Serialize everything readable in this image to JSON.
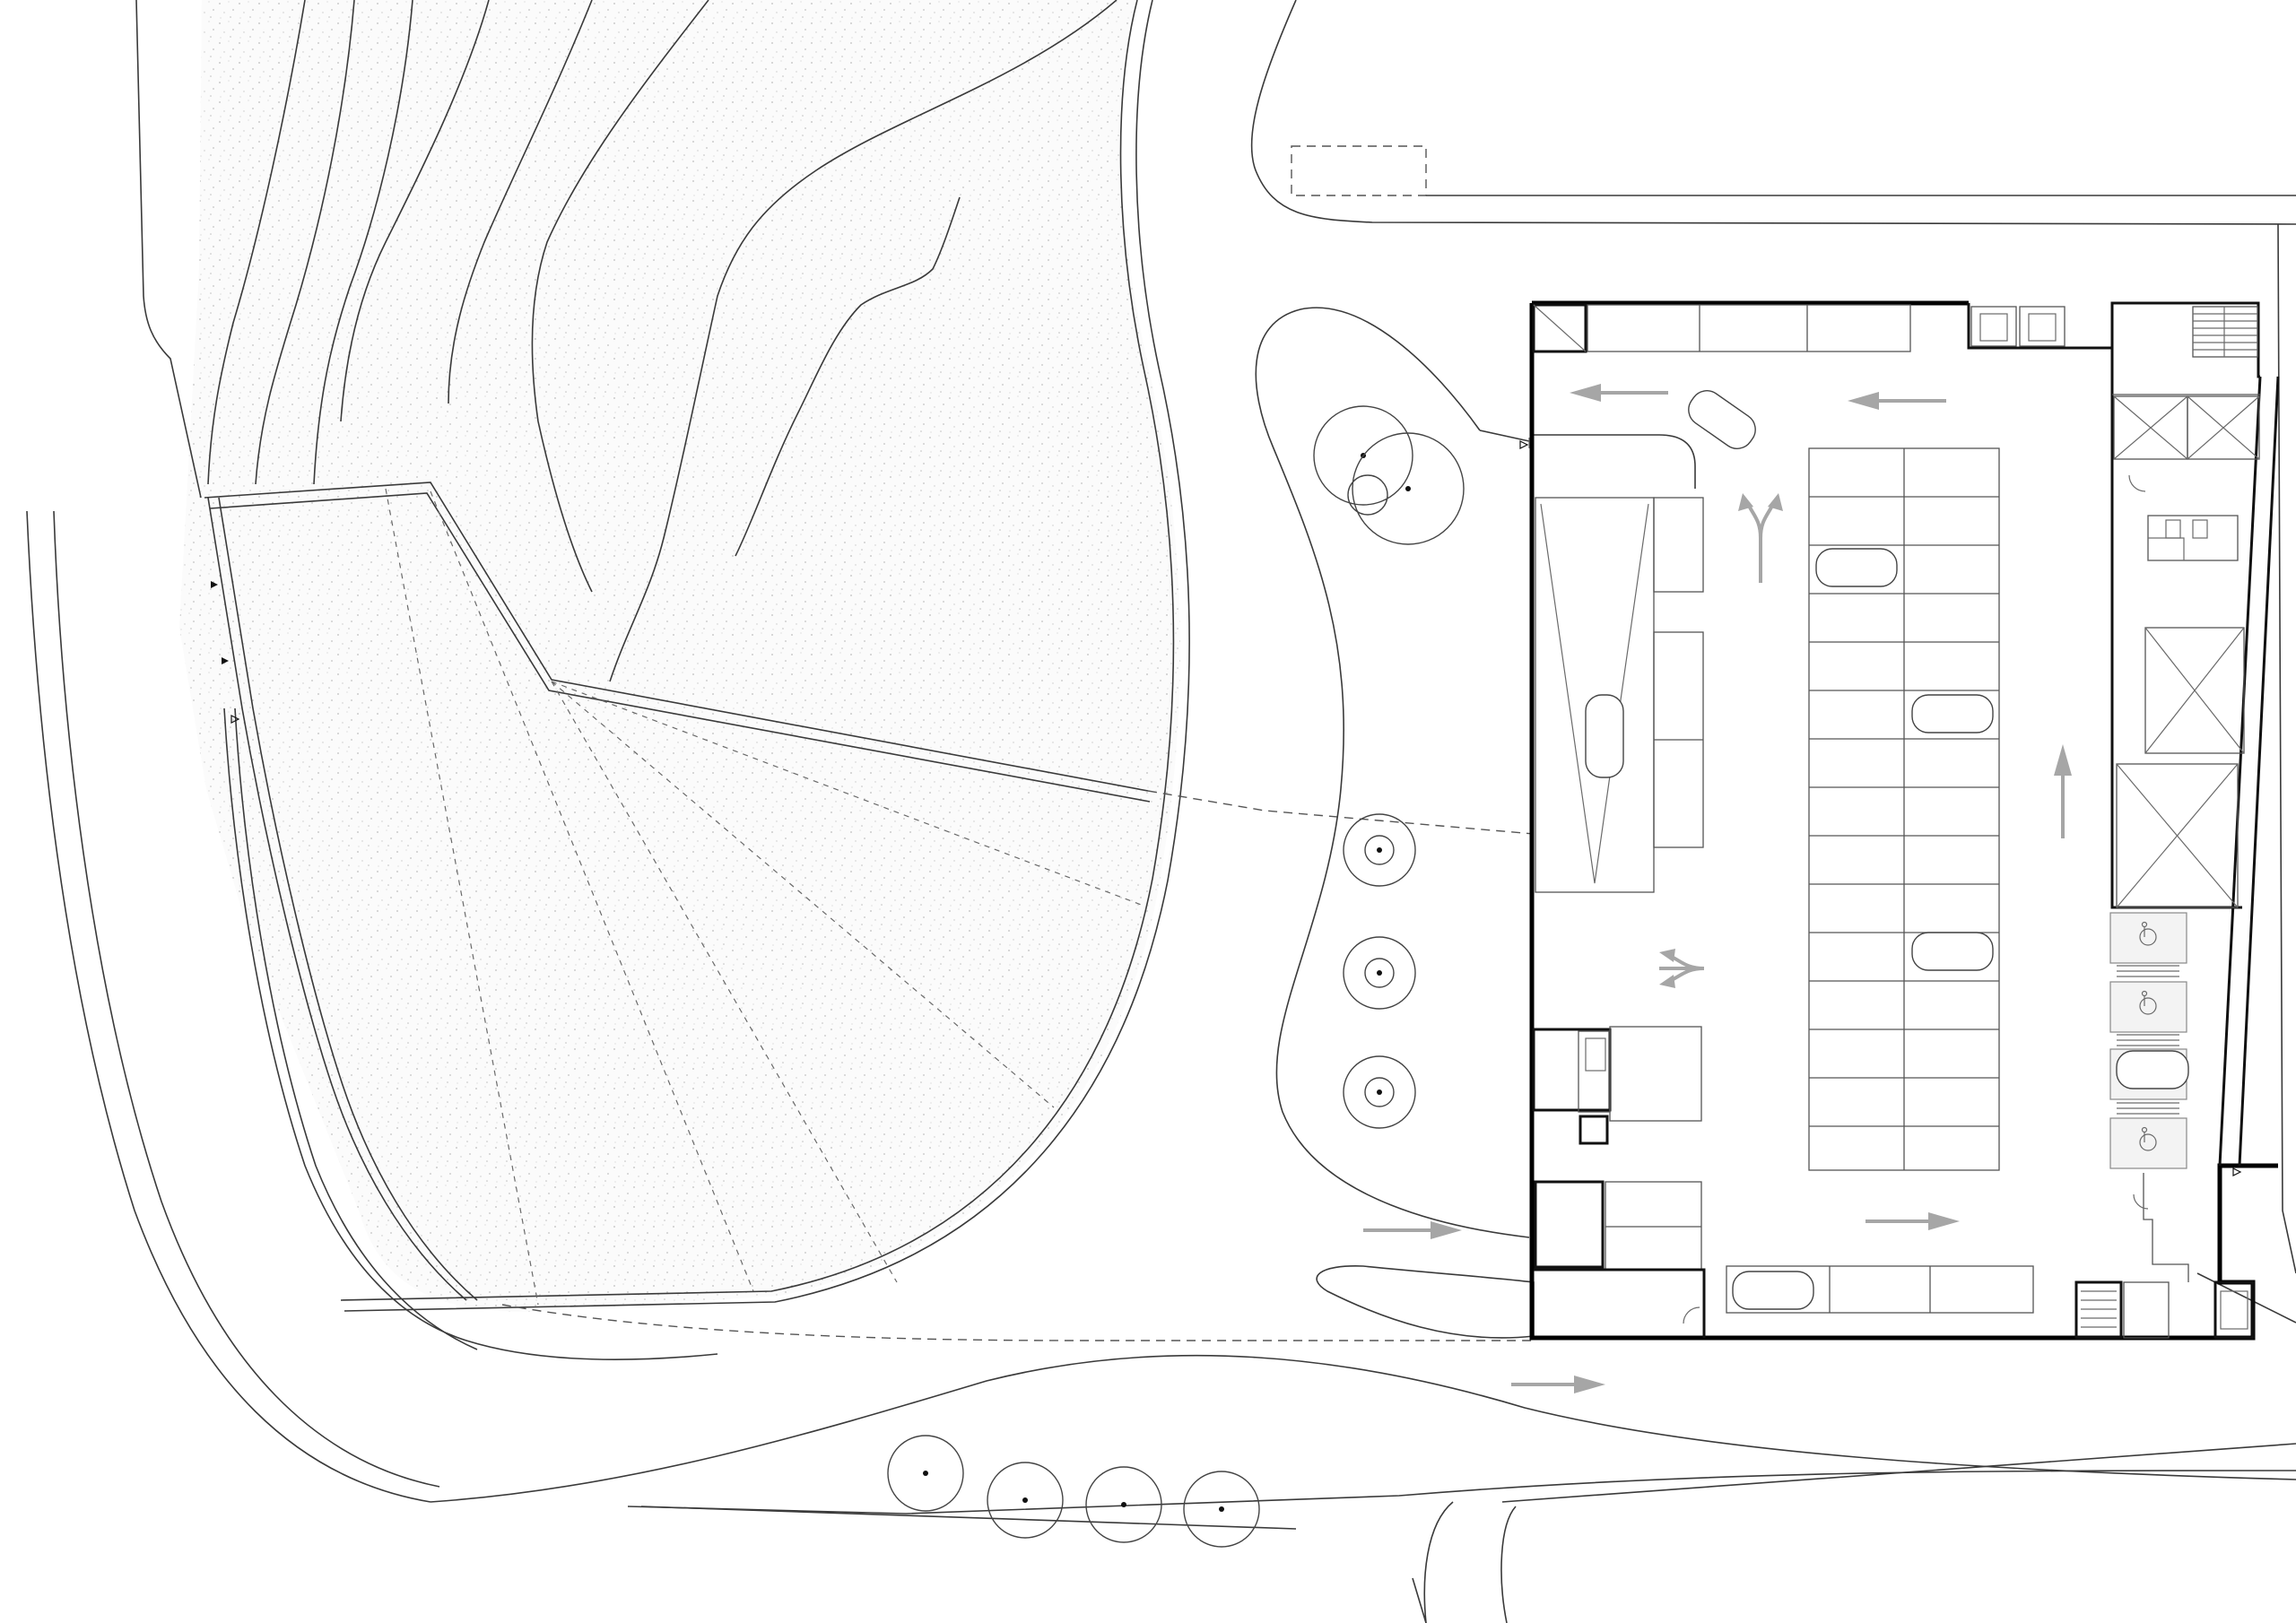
{
  "plan": {
    "view": "site plan",
    "north_arrow": "none",
    "colors": {
      "ink": "#000000",
      "linework": "#3a3a3a",
      "direction_arrows": "#a6a6a6",
      "planting_texture": "#c8c8c8",
      "paper": "#ffffff"
    },
    "trees": [
      {
        "id": "tree-north-1"
      },
      {
        "id": "tree-north-2"
      },
      {
        "id": "tree-north-3"
      },
      {
        "id": "tree-east-1"
      },
      {
        "id": "tree-east-2"
      },
      {
        "id": "tree-east-3"
      },
      {
        "id": "tree-south-1"
      },
      {
        "id": "tree-south-2"
      },
      {
        "id": "tree-south-3"
      },
      {
        "id": "tree-south-4"
      }
    ],
    "direction_arrows": [
      {
        "id": "arrow-top-left",
        "icon": "arrow-left-icon"
      },
      {
        "id": "arrow-top-right",
        "icon": "arrow-left-icon"
      },
      {
        "id": "arrow-split-north",
        "icon": "fork-arrow-icon"
      },
      {
        "id": "arrow-split-west",
        "icon": "fork-arrow-icon"
      },
      {
        "id": "arrow-up-right",
        "icon": "arrow-up-icon"
      },
      {
        "id": "arrow-entry",
        "icon": "arrow-right-icon"
      },
      {
        "id": "arrow-inside-bottom",
        "icon": "arrow-right-icon"
      },
      {
        "id": "arrow-street",
        "icon": "arrow-right-icon"
      }
    ],
    "accessible_bays": [
      {
        "id": "bay-1",
        "icon": "wheelchair-icon"
      },
      {
        "id": "bay-2",
        "icon": "wheelchair-icon"
      },
      {
        "id": "bay-3",
        "icon": "car-icon"
      },
      {
        "id": "bay-4",
        "icon": "wheelchair-icon"
      }
    ],
    "parking_grid": {
      "columns": 2,
      "rows": 15
    },
    "texts": []
  }
}
